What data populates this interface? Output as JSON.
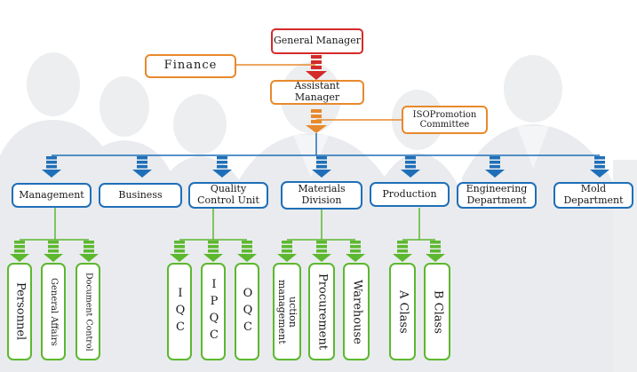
{
  "chart": {
    "top": {
      "general_manager": "General Manager",
      "finance": "Finance",
      "assistant_manager": "Assistant Manager",
      "iso_line1": "ISOPromotion",
      "iso_line2": "Committee"
    },
    "departments": [
      {
        "line1": "Management",
        "line2": ""
      },
      {
        "line1": "Business",
        "line2": ""
      },
      {
        "line1": "Quality",
        "line2": "Control Unit"
      },
      {
        "line1": "Materials",
        "line2": "Division"
      },
      {
        "line1": "Production",
        "line2": ""
      },
      {
        "line1": "Engineering",
        "line2": "Department"
      },
      {
        "line1": "Mold",
        "line2": "Department"
      }
    ],
    "units": {
      "management": [
        "Personnel",
        "General Affairs",
        "Document Control"
      ],
      "quality": [
        "IQC",
        "IPQC",
        "OQC"
      ],
      "materials": [
        "uction management",
        "Procurement",
        "Warehouse"
      ],
      "production": [
        "A Class",
        "B Class"
      ]
    },
    "colors": {
      "top_border": "#d42a2a",
      "staff_border": "#e8892c",
      "department_border": "#1f6fb8",
      "unit_border": "#5cb82e"
    }
  }
}
